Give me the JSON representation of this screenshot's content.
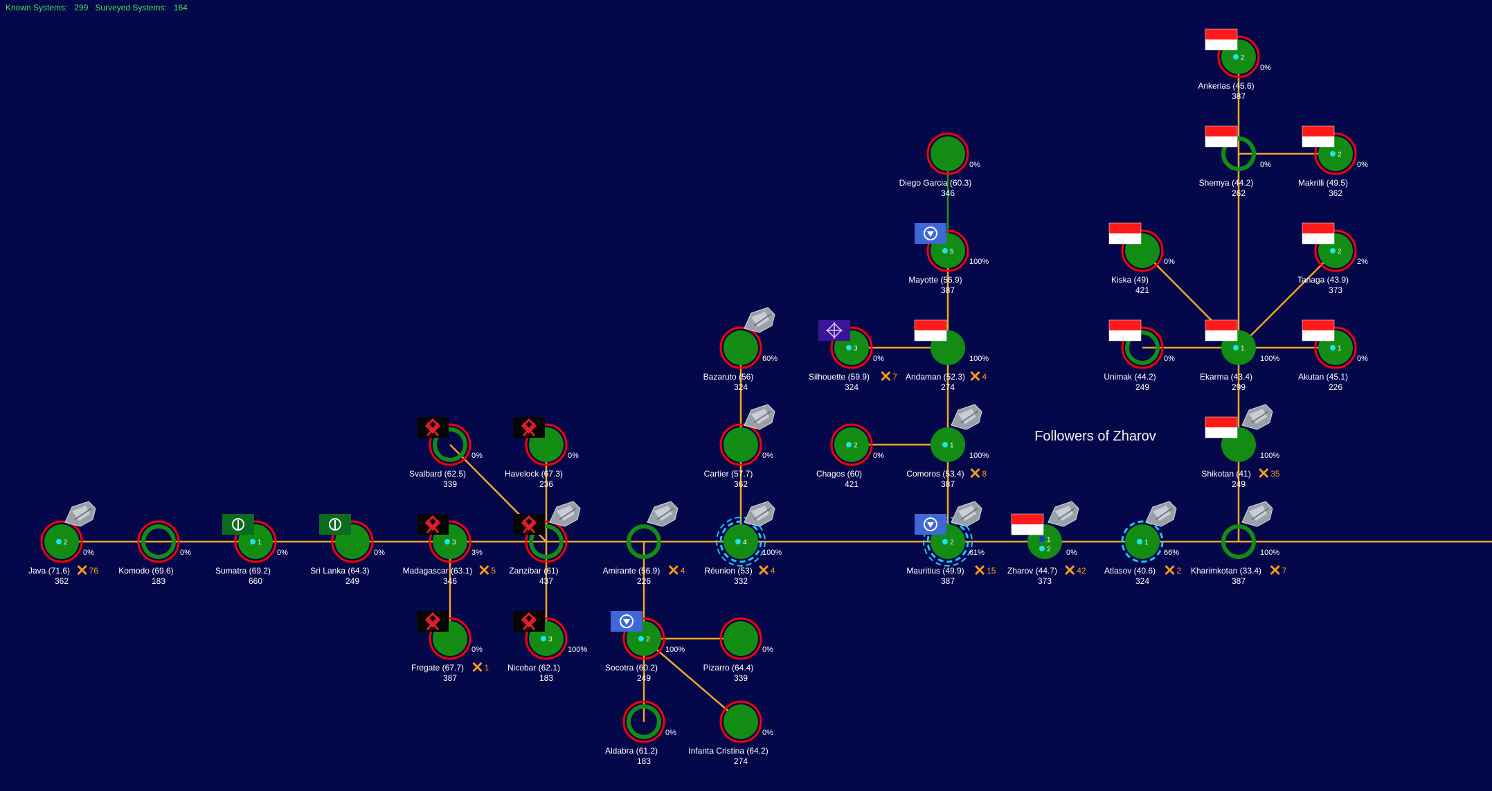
{
  "header": {
    "known_label": "Known Systems:",
    "known_value": "299",
    "surveyed_label": "Surveyed Systems:",
    "surveyed_value": "164"
  },
  "faction_label": "Followers of Zharov",
  "colors": {
    "background": "#04084a",
    "planet": "#138c13",
    "ring_red": "#ff0000",
    "ring_cyan": "#1fc4ff",
    "lane": "#f5a623",
    "lane_green": "#1a9a1a",
    "dot": "#1de3f0",
    "combat": "#ff9a1a",
    "header_text": "#4be05a"
  },
  "systems": [
    {
      "id": "java",
      "name": "Java",
      "rating": "(71.6)",
      "pop": "362",
      "pct": "0%",
      "count": "2",
      "combat": "76",
      "flag": "",
      "ship": true,
      "ring": "red",
      "style": "full"
    },
    {
      "id": "komodo",
      "name": "Komodo",
      "rating": "(69.6)",
      "pop": "183",
      "pct": "0%",
      "count": "",
      "combat": "",
      "flag": "",
      "ship": false,
      "ring": "red",
      "style": "hollow"
    },
    {
      "id": "sumatra",
      "name": "Sumatra",
      "rating": "(69.2)",
      "pop": "660",
      "pct": "0%",
      "count": "1",
      "combat": "",
      "flag": "green-leaf",
      "ship": false,
      "ring": "red",
      "style": "full"
    },
    {
      "id": "srilanka",
      "name": "Sri Lanka",
      "rating": "(64.3)",
      "pop": "249",
      "pct": "0%",
      "count": "",
      "combat": "",
      "flag": "green-leaf",
      "ship": false,
      "ring": "red",
      "style": "full"
    },
    {
      "id": "madagascar",
      "name": "Madagascar",
      "rating": "(63.1)",
      "pop": "346",
      "pct": "3%",
      "count": "3",
      "combat": "5",
      "flag": "red-rune",
      "ship": false,
      "ring": "red",
      "style": "full"
    },
    {
      "id": "zanzibar",
      "name": "Zanzibar",
      "rating": "(61)",
      "pop": "437",
      "pct": "",
      "count": "",
      "combat": "",
      "flag": "red-rune",
      "ship": true,
      "ring": "red",
      "style": "hollow"
    },
    {
      "id": "amirante",
      "name": "Amirante",
      "rating": "(56.9)",
      "pop": "226",
      "pct": "",
      "count": "",
      "combat": "4",
      "flag": "",
      "ship": true,
      "ring": "none",
      "style": "hollow"
    },
    {
      "id": "reunion",
      "name": "Réunion",
      "rating": "(53)",
      "pop": "332",
      "pct": "100%",
      "count": "4",
      "combat": "4",
      "flag": "",
      "ship": true,
      "ring": "cyan",
      "style": "full"
    },
    {
      "id": "mauritius",
      "name": "Mauritius",
      "rating": "(49.9)",
      "pop": "387",
      "pct": "61%",
      "count": "2",
      "combat": "15",
      "flag": "blue-emblem",
      "ship": true,
      "ring": "cyan",
      "style": "full"
    },
    {
      "id": "zharov",
      "name": "Zharov",
      "rating": "(44.7)",
      "pop": "373",
      "pct": "0%",
      "count": "1",
      "count2": "2",
      "combat": "42",
      "flag": "red-white",
      "ship": true,
      "ring": "none",
      "style": "full"
    },
    {
      "id": "atlasov",
      "name": "Atlasov",
      "rating": "(40.6)",
      "pop": "324",
      "pct": "66%",
      "count": "1",
      "combat": "2",
      "flag": "",
      "ship": true,
      "ring": "cyan",
      "style": "full"
    },
    {
      "id": "kharimkotan",
      "name": "Kharimkotan",
      "rating": "(33.4)",
      "pop": "387",
      "pct": "100%",
      "count": "",
      "combat": "7",
      "flag": "",
      "ship": true,
      "ring": "none",
      "style": "hollow"
    },
    {
      "id": "svalbard",
      "name": "Svalbard",
      "rating": "(62.5)",
      "pop": "339",
      "pct": "0%",
      "count": "",
      "combat": "",
      "flag": "red-rune",
      "ship": false,
      "ring": "red",
      "style": "hollow"
    },
    {
      "id": "havelock",
      "name": "Havelock",
      "rating": "(67.3)",
      "pop": "236",
      "pct": "0%",
      "count": "",
      "combat": "",
      "flag": "red-rune",
      "ship": false,
      "ring": "red",
      "style": "full"
    },
    {
      "id": "fregate",
      "name": "Fregate",
      "rating": "(67.7)",
      "pop": "387",
      "pct": "0%",
      "count": "",
      "combat": "1",
      "flag": "red-rune",
      "ship": false,
      "ring": "red",
      "style": "full"
    },
    {
      "id": "nicobar",
      "name": "Nicobar",
      "rating": "(62.1)",
      "pop": "183",
      "pct": "100%",
      "count": "3",
      "combat": "",
      "flag": "red-rune",
      "ship": false,
      "ring": "red",
      "style": "full"
    },
    {
      "id": "socotra",
      "name": "Socotra",
      "rating": "(60.2)",
      "pop": "249",
      "pct": "100%",
      "count": "2",
      "combat": "",
      "flag": "blue-emblem",
      "ship": false,
      "ring": "red",
      "style": "full"
    },
    {
      "id": "pizarro",
      "name": "Pizarro",
      "rating": "(64.4)",
      "pop": "339",
      "pct": "0%",
      "count": "",
      "combat": "",
      "flag": "",
      "ship": false,
      "ring": "red",
      "style": "full"
    },
    {
      "id": "aldabra",
      "name": "Aldabra",
      "rating": "(61.2)",
      "pop": "183",
      "pct": "0%",
      "count": "",
      "combat": "",
      "flag": "",
      "ship": false,
      "ring": "red",
      "style": "hollow"
    },
    {
      "id": "infanta",
      "name": "Infanta Cristina",
      "rating": "(64.2)",
      "pop": "274",
      "pct": "0%",
      "count": "",
      "combat": "",
      "flag": "",
      "ship": false,
      "ring": "red",
      "style": "full"
    },
    {
      "id": "bazaruto",
      "name": "Bazaruto",
      "rating": "(56)",
      "pop": "324",
      "pct": "60%",
      "count": "",
      "combat": "",
      "flag": "",
      "ship": true,
      "ring": "red",
      "style": "full"
    },
    {
      "id": "cartier",
      "name": "Cartier",
      "rating": "(57.7)",
      "pop": "362",
      "pct": "0%",
      "count": "",
      "combat": "",
      "flag": "",
      "ship": true,
      "ring": "red",
      "style": "full"
    },
    {
      "id": "silhouette",
      "name": "Silhouette",
      "rating": "(59.9)",
      "pop": "324",
      "pct": "0%",
      "count": "3",
      "combat": "7",
      "flag": "purple-star",
      "ship": false,
      "ring": "red",
      "style": "full"
    },
    {
      "id": "andaman",
      "name": "Andaman",
      "rating": "(52.3)",
      "pop": "274",
      "pct": "100%",
      "count": "",
      "combat": "4",
      "flag": "red-white",
      "ship": false,
      "ring": "none",
      "style": "full"
    },
    {
      "id": "chagos",
      "name": "Chagos",
      "rating": "(60)",
      "pop": "421",
      "pct": "0%",
      "count": "2",
      "combat": "",
      "flag": "",
      "ship": false,
      "ring": "red",
      "style": "full"
    },
    {
      "id": "comoros",
      "name": "Comoros",
      "rating": "(53.4)",
      "pop": "387",
      "pct": "100%",
      "count": "1",
      "combat": "8",
      "flag": "",
      "ship": true,
      "ring": "none",
      "style": "full"
    },
    {
      "id": "mayotte",
      "name": "Mayotte",
      "rating": "(56.9)",
      "pop": "387",
      "pct": "100%",
      "count": "5",
      "combat": "",
      "flag": "blue-emblem",
      "ship": false,
      "ring": "red",
      "style": "full"
    },
    {
      "id": "diegogarcia",
      "name": "Diego Garcia",
      "rating": "(60.3)",
      "pop": "346",
      "pct": "0%",
      "count": "",
      "combat": "",
      "flag": "",
      "ship": false,
      "ring": "red",
      "style": "full"
    },
    {
      "id": "ankerias",
      "name": "Ankerias",
      "rating": "(45.6)",
      "pop": "387",
      "pct": "0%",
      "count": "2",
      "combat": "",
      "flag": "red-white",
      "ship": false,
      "ring": "red",
      "style": "full"
    },
    {
      "id": "shemya",
      "name": "Shemya",
      "rating": "(44.2)",
      "pop": "262",
      "pct": "0%",
      "count": "",
      "combat": "",
      "flag": "red-white",
      "ship": false,
      "ring": "none",
      "style": "hollow"
    },
    {
      "id": "makrilli",
      "name": "Makrilli",
      "rating": "(49.5)",
      "pop": "362",
      "pct": "0%",
      "count": "2",
      "combat": "",
      "flag": "red-white",
      "ship": false,
      "ring": "red",
      "style": "full"
    },
    {
      "id": "kiska",
      "name": "Kiska",
      "rating": "(49)",
      "pop": "421",
      "pct": "0%",
      "count": "",
      "combat": "",
      "flag": "red-white",
      "ship": false,
      "ring": "red",
      "style": "full"
    },
    {
      "id": "tanaga",
      "name": "Tanaga",
      "rating": "(43.9)",
      "pop": "373",
      "pct": "2%",
      "count": "2",
      "combat": "",
      "flag": "red-white",
      "ship": false,
      "ring": "red",
      "style": "full"
    },
    {
      "id": "unimak",
      "name": "Unimak",
      "rating": "(44.2)",
      "pop": "249",
      "pct": "0%",
      "count": "",
      "combat": "",
      "flag": "red-white",
      "ship": false,
      "ring": "red",
      "style": "hollow"
    },
    {
      "id": "ekarma",
      "name": "Ekarma",
      "rating": "(43.4)",
      "pop": "299",
      "pct": "100%",
      "count": "1",
      "combat": "",
      "flag": "red-white",
      "ship": false,
      "ring": "none",
      "style": "full"
    },
    {
      "id": "akutan",
      "name": "Akutan",
      "rating": "(45.1)",
      "pop": "226",
      "pct": "0%",
      "count": "1",
      "combat": "",
      "flag": "red-white",
      "ship": false,
      "ring": "red",
      "style": "full"
    },
    {
      "id": "shikotan",
      "name": "Shikotan",
      "rating": "(41)",
      "pop": "249",
      "pct": "100%",
      "count": "",
      "combat": "35",
      "flag": "red-white",
      "ship": true,
      "ring": "none",
      "style": "full"
    }
  ],
  "lanes": [
    [
      "java",
      "komodo"
    ],
    [
      "komodo",
      "sumatra"
    ],
    [
      "sumatra",
      "srilanka"
    ],
    [
      "srilanka",
      "madagascar"
    ],
    [
      "madagascar",
      "zanzibar"
    ],
    [
      "zanzibar",
      "amirante"
    ],
    [
      "amirante",
      "reunion"
    ],
    [
      "reunion",
      "mauritius"
    ],
    [
      "mauritius",
      "zharov"
    ],
    [
      "zharov",
      "atlasov"
    ],
    [
      "atlasov",
      "kharimkotan"
    ],
    [
      "kharimkotan",
      "EDGE"
    ],
    [
      "svalbard",
      "zanzibar"
    ],
    [
      "havelock",
      "zanzibar"
    ],
    [
      "madagascar",
      "fregate"
    ],
    [
      "zanzibar",
      "nicobar"
    ],
    [
      "amirante",
      "socotra"
    ],
    [
      "socotra",
      "pizarro"
    ],
    [
      "socotra",
      "aldabra"
    ],
    [
      "socotra",
      "infanta"
    ],
    [
      "reunion",
      "cartier"
    ],
    [
      "cartier",
      "bazaruto"
    ],
    [
      "silhouette",
      "andaman"
    ],
    [
      "andaman",
      "mayotte"
    ],
    [
      "andaman",
      "comoros"
    ],
    [
      "chagos",
      "comoros"
    ],
    [
      "comoros",
      "mauritius"
    ],
    [
      "kharimkotan",
      "shikotan"
    ],
    [
      "shikotan",
      "ekarma"
    ],
    [
      "ekarma",
      "unimak"
    ],
    [
      "ekarma",
      "akutan"
    ],
    [
      "ekarma",
      "kiska"
    ],
    [
      "ekarma",
      "tanaga"
    ],
    [
      "ekarma",
      "shemya"
    ],
    [
      "shemya",
      "makrilli"
    ],
    [
      "shemya",
      "ankerias"
    ]
  ],
  "green_lanes": [
    [
      "mayotte",
      "diegogarcia"
    ]
  ]
}
